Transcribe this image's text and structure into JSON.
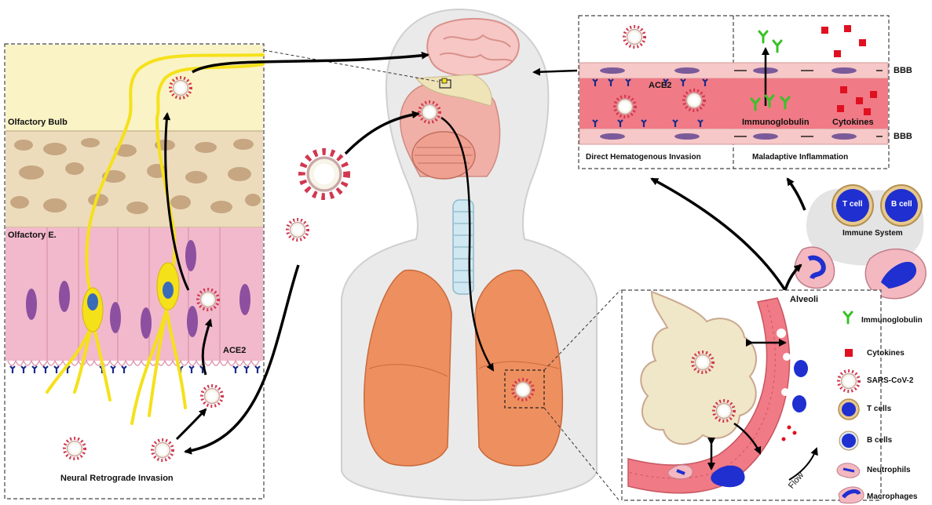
{
  "neural": {
    "olfactory_bulb": "Olfactory Bulb",
    "olfactory_epithelium": "Olfactory E.",
    "ace2": "ACE2",
    "caption": "Neural Retrograde Invasion"
  },
  "bbb_panel": {
    "ace2": "ACE2",
    "bbb_top": "BBB",
    "bbb_bottom": "BBB",
    "immunoglobulin": "Immunoglobulin",
    "cytokines": "Cytokines",
    "caption_left": "Direct Hematogenous  Invasion",
    "caption_right": "Maladaptive Inflammation"
  },
  "immune": {
    "t_cell": "T cell",
    "b_cell": "B cell",
    "title": "Immune System"
  },
  "alveoli": {
    "title": "Alveoli",
    "flow": "Flow"
  },
  "legend": [
    {
      "label": "Immunoglobulin",
      "icon": "immunoglobulin-icon"
    },
    {
      "label": "Cytokines",
      "icon": "cytokine-icon"
    },
    {
      "label": "SARS-CoV-2",
      "icon": "virus-icon"
    },
    {
      "label": "T cells",
      "icon": "t-cell-icon"
    },
    {
      "label": "B cells",
      "icon": "b-cell-icon"
    },
    {
      "label": "Neutrophils",
      "icon": "neutrophil-icon"
    },
    {
      "label": "Macrophages",
      "icon": "macrophage-icon"
    }
  ],
  "colors": {
    "virus_spike": "#d0384f",
    "vessel": "#f0707a",
    "neuron": "#f5e11a",
    "lung": "#ee8f5f",
    "cell_blue": "#1f2fd0",
    "immunoglobulin": "#38c228",
    "cytokine": "#e01020"
  }
}
